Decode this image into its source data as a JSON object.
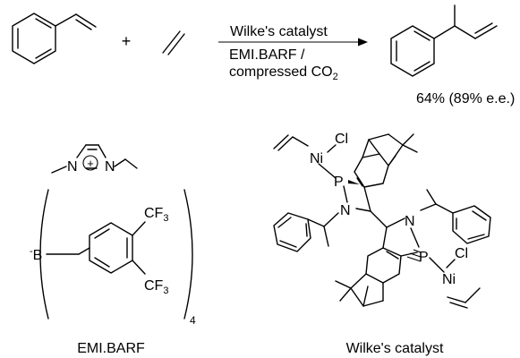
{
  "reaction": {
    "plus": "+",
    "conditions_top": "Wilke's catalyst",
    "conditions_bottom_1": "EMI.BARF /",
    "conditions_bottom_2": "compressed CO",
    "conditions_bottom_sub": "2",
    "yield": "64% (89% e.e.)"
  },
  "emibarf": {
    "n1": "N",
    "n2": "N",
    "charge": "+",
    "boron": "B",
    "boron_charge": "-",
    "cf3_a": "CF",
    "cf3_b": "CF",
    "sub3": "3",
    "count": "4",
    "name": "EMI.BARF"
  },
  "wilke": {
    "ni": "Ni",
    "cl": "Cl",
    "p": "P",
    "n": "N",
    "name": "Wilke's catalyst"
  }
}
